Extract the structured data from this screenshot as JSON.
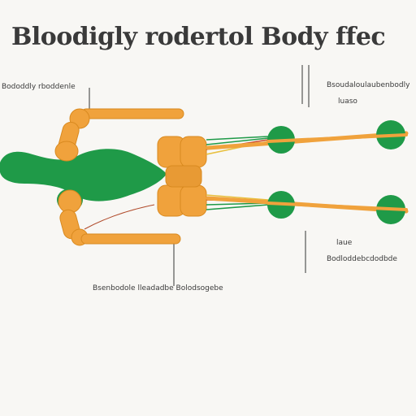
{
  "title": "Bloodigly rodertol Body ffec",
  "labels": {
    "left_top": "Bododdly rboddenle",
    "right_top_1": "Bsoudaloulaubenbodly",
    "right_top_2": "luaso",
    "right_bottom_1": "laue",
    "right_bottom_2": "Bodloddebcdodbde",
    "bottom_center": "Bsenbodole lleadadbe Bolodsogebe"
  },
  "colors": {
    "green": "#1f9a48",
    "orange": "#f0a23c",
    "orange_outline": "#d98a20",
    "line": "#555555",
    "background": "#f8f7f4"
  }
}
